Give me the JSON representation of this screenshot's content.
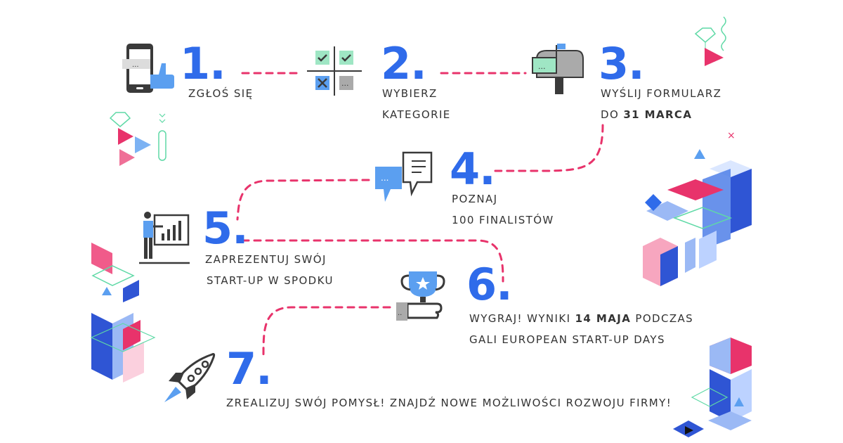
{
  "steps": [
    {
      "num": "1.",
      "line1": "ZGŁOŚ SIĘ"
    },
    {
      "num": "2.",
      "line1": "WYBIERZ",
      "line2": "KATEGORIE"
    },
    {
      "num": "3.",
      "line1": "WYŚLIJ FORMULARZ",
      "line2_pre": "DO ",
      "line2_bold": "31 MARCA"
    },
    {
      "num": "4.",
      "line1": "POZNAJ",
      "line2": "100 FINALISTÓW"
    },
    {
      "num": "5.",
      "line1": "ZAPREZENTUJ SWÓJ",
      "line2": "START-UP W SPODKU"
    },
    {
      "num": "6.",
      "line1_pre": "WYGRAJ! WYNIKI ",
      "line1_bold": "14 MAJA",
      "line1_post": " PODCZAS",
      "line2": "GALI EUROPEAN START-UP DAYS"
    },
    {
      "num": "7.",
      "line1": "ZREALIZUJ SWÓJ POMYSŁ! ZNAJDŹ NOWE MOŻLIWOŚCI ROZWOJU FIRMY!"
    }
  ],
  "colors": {
    "accent_blue": "#2f6bea",
    "accent_pink": "#e8336b",
    "icon_gray": "#3a3a3a",
    "icon_lightblue": "#5b9ff0",
    "icon_mint": "#9fe6c4"
  },
  "icons": [
    "phone-thumbs-up-icon",
    "checkbox-grid-icon",
    "mailbox-icon",
    "chat-bubbles-icon",
    "presentation-icon",
    "trophy-hand-icon",
    "rocket-icon"
  ]
}
